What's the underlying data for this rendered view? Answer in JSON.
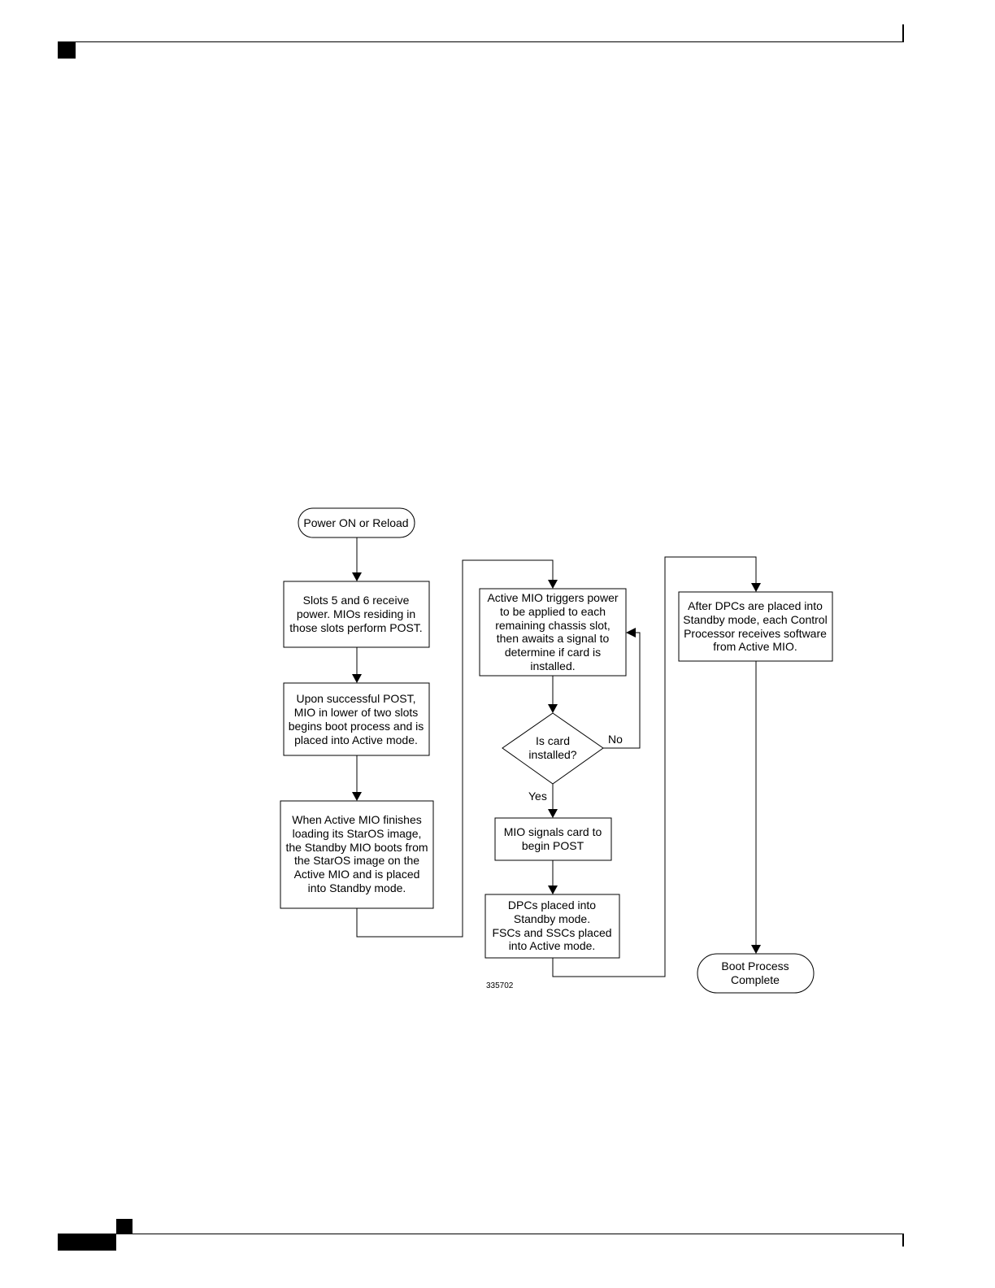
{
  "diagram": {
    "nodes": {
      "start": {
        "type": "terminator",
        "lines": [
          "Power ON or Reload"
        ]
      },
      "s1": {
        "type": "process",
        "lines": [
          "Slots 5 and 6 receive",
          "power. MIOs residing in",
          "those slots perform POST."
        ]
      },
      "s2": {
        "type": "process",
        "lines": [
          "Upon successful POST,",
          "MIO in lower of two slots",
          "begins boot process and is",
          "placed into Active mode."
        ]
      },
      "s3": {
        "type": "process",
        "lines": [
          "When Active MIO finishes",
          "loading its StarOS image,",
          "the Standby MIO boots from",
          "the StarOS image on the",
          "Active MIO and is placed",
          "into Standby mode."
        ]
      },
      "s4": {
        "type": "process",
        "lines": [
          "Active MIO triggers power",
          "to be applied to each",
          "remaining chassis slot,",
          "then awaits a signal to",
          "determine if card is",
          "installed."
        ]
      },
      "d1": {
        "type": "decision",
        "lines": [
          "Is card",
          "installed?"
        ]
      },
      "s5": {
        "type": "process",
        "lines": [
          "MIO signals card to",
          "begin POST"
        ]
      },
      "s6": {
        "type": "process",
        "lines": [
          "DPCs placed into",
          "Standby mode.",
          "FSCs and SSCs placed",
          "into Active mode."
        ]
      },
      "s7": {
        "type": "process",
        "lines": [
          "After DPCs are placed into",
          "Standby mode, each Control",
          "Processor receives software",
          "from Active MIO."
        ]
      },
      "end": {
        "type": "terminator",
        "lines": [
          "Boot Process",
          "Complete"
        ]
      }
    },
    "edges": [
      {
        "from": "start",
        "to": "s1"
      },
      {
        "from": "s1",
        "to": "s2"
      },
      {
        "from": "s2",
        "to": "s3"
      },
      {
        "from": "s3",
        "to": "s4"
      },
      {
        "from": "s4",
        "to": "d1"
      },
      {
        "from": "d1",
        "to": "s4",
        "label": "No"
      },
      {
        "from": "d1",
        "to": "s5",
        "label": "Yes"
      },
      {
        "from": "s5",
        "to": "s6"
      },
      {
        "from": "s6",
        "to": "s7"
      },
      {
        "from": "s7",
        "to": "end"
      }
    ],
    "figure_id": "335702"
  }
}
